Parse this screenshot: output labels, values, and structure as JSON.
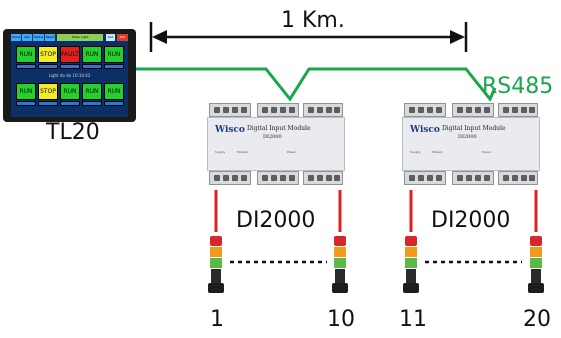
{
  "distance_label": "1 Km.",
  "bus_label": "RS485",
  "hmi": {
    "label": "TL20",
    "top_bar": [
      "Home",
      "Lam",
      "Status",
      "Reset",
      "Tower Light",
      "Set",
      "Exit"
    ],
    "clock": "Light do do 10:10:42",
    "buttons_row1": [
      "RUN",
      "STOP",
      "FAULT",
      "RUN",
      "RUN"
    ],
    "buttons_row2": [
      "RUN",
      "STOP",
      "RUN",
      "RUN",
      "RUN"
    ],
    "colors": {
      "run": "#22d12b",
      "stop": "#f4ea2a",
      "fault": "#e3201b",
      "screen": "#0c2f66",
      "cap": "#2a78d6"
    }
  },
  "modules": [
    {
      "brand": "Wisco",
      "title": "Digital Input Module",
      "code": "DI2000",
      "label": "DI2000",
      "lines": [
        "Supply",
        "Modem",
        "Power"
      ]
    },
    {
      "brand": "Wisco",
      "title": "Digital Input Module",
      "code": "DI2000",
      "label": "DI2000",
      "lines": [
        "Supply",
        "Modem",
        "Power"
      ]
    }
  ],
  "towers": [
    "1",
    "10",
    "11",
    "20"
  ],
  "colors": {
    "bus": "#17a84a",
    "wire": "#e02020",
    "arrow": "#111111",
    "tower_red": "#d8262b",
    "tower_amber": "#f39a1d",
    "tower_green": "#5bb947",
    "tower_body": "#2a2a2a"
  }
}
